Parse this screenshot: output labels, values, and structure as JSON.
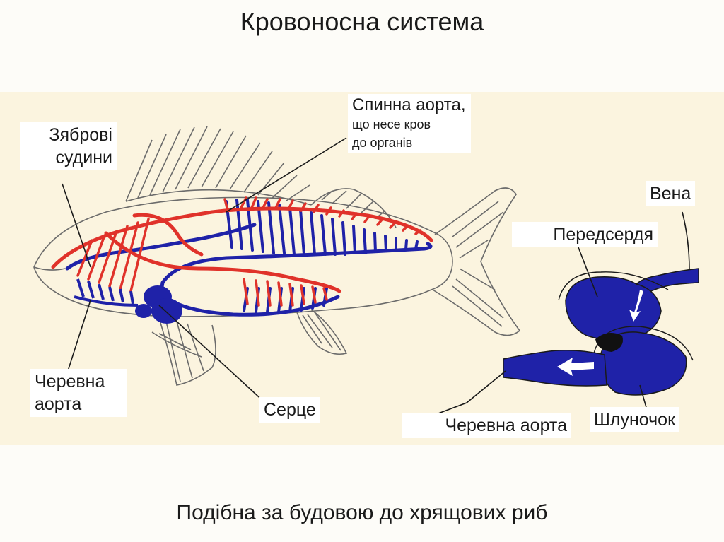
{
  "title": "Кровоносна система",
  "caption": "Подібна за будовою до хрящових риб",
  "labels": {
    "dorsal_aorta_title": "Спинна аорта,",
    "dorsal_aorta_desc1": "що несе кров",
    "dorsal_aorta_desc2": "до органів",
    "gill_vessels_1": "Зяброві",
    "gill_vessels_2": "судини",
    "vein": "Вена",
    "atrium": "Передсердя",
    "ventral_aorta_left_1": "Черевна",
    "ventral_aorta_left_2": "аорта",
    "heart": "Серце",
    "ventral_aorta_right": "Черевна аорта",
    "ventricle": "Шлуночок"
  },
  "colors": {
    "arterial": "#e0322a",
    "venous": "#1f22a8",
    "fish_outline": "#6b6b6b",
    "background_panel": "#fbf4df"
  }
}
